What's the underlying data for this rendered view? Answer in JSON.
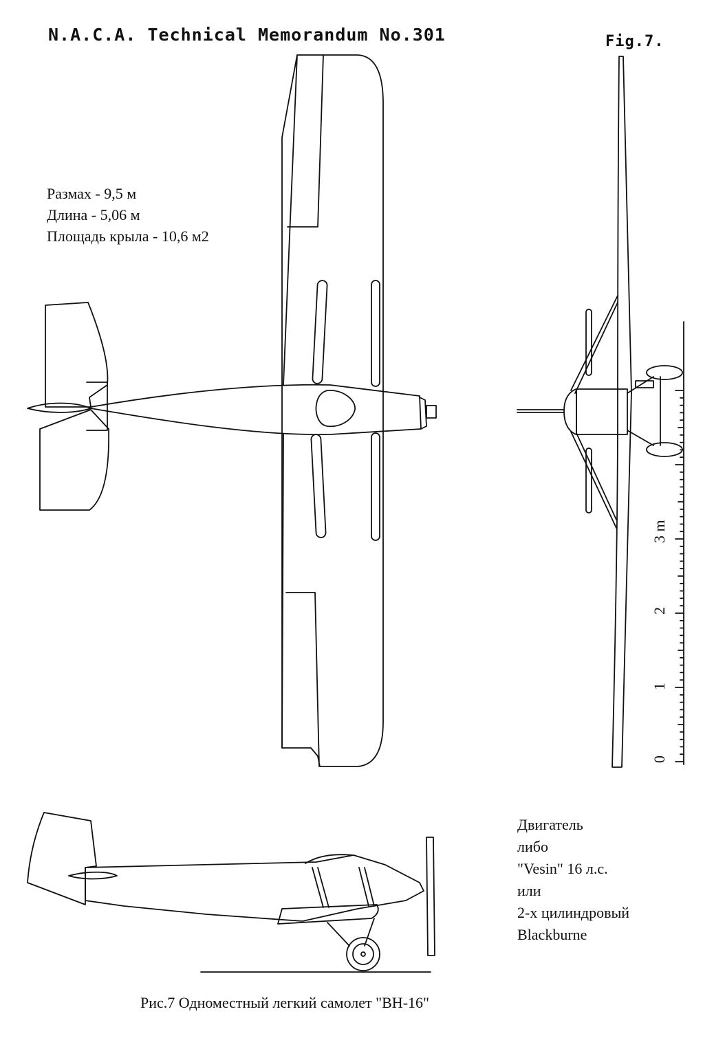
{
  "header": {
    "memo_title": "N.A.C.A. Technical Memorandum No.301",
    "figure_label": "Fig.7."
  },
  "specs": [
    "Размах - 9,5 м",
    "Длина - 5,06 м",
    "Площадь крыла - 10,6 м2"
  ],
  "engine_note": [
    "Двигатель",
    "либо",
    "\"Vesin\" 16 л.с.",
    "или",
    "2-х цилиндровый",
    "Blackburne"
  ],
  "scale": {
    "unit": "m",
    "labels": [
      "0",
      "1",
      "2",
      "3 m"
    ]
  },
  "caption": "Рис.7 Одноместный легкий самолет \"BH-16\""
}
